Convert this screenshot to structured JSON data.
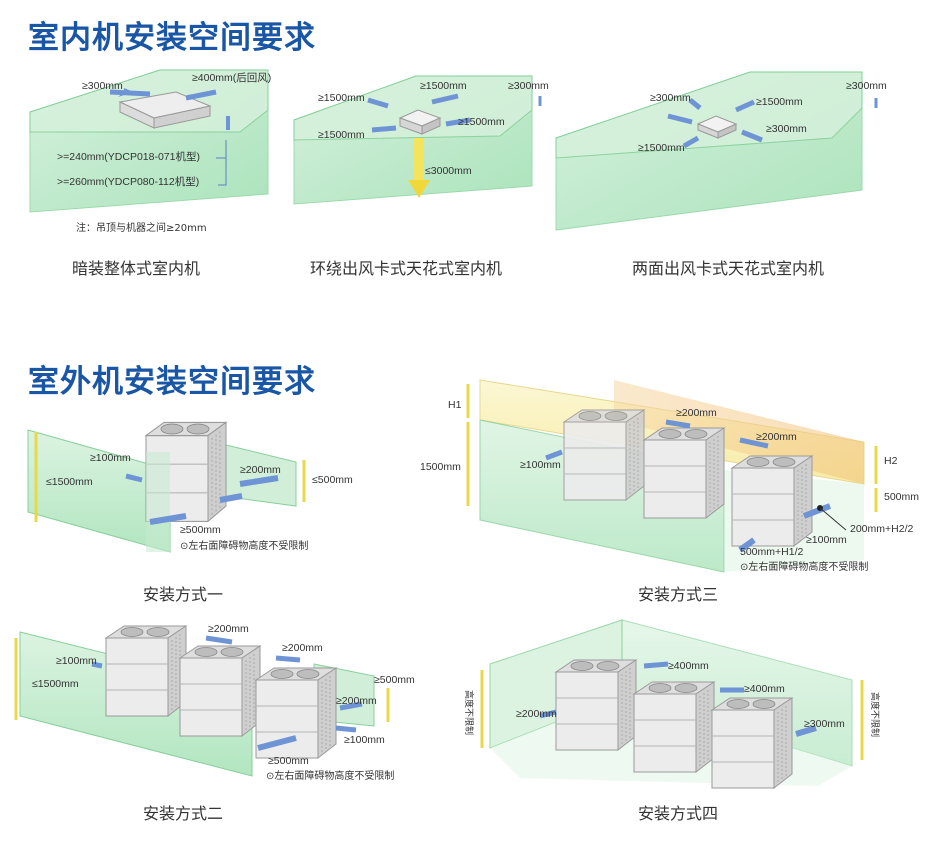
{
  "indoor": {
    "title": "室内机安装空间要求",
    "captions": [
      "暗装整体式室内机",
      "环绕出风卡式天花式室内机",
      "两面出风卡式天花式室内机"
    ],
    "diagram1": {
      "labels": [
        "≥300mm",
        "≥400mm(后回风)",
        ">=240mm(YDCP018-071机型)",
        ">=260mm(YDCP080-112机型)"
      ],
      "note": "注：吊顶与机器之间≥20mm"
    },
    "diagram2": {
      "labels": [
        "≥1500mm",
        "≥1500mm",
        "≥300mm",
        "≥1500mm",
        "≥1500mm",
        "≤3000mm"
      ]
    },
    "diagram3": {
      "labels": [
        "≥300mm",
        "≥1500mm",
        "≥300mm",
        "≥300mm",
        "≥1500mm"
      ]
    }
  },
  "outdoor": {
    "title": "室外机安装空间要求",
    "captions": [
      "安装方式一",
      "安装方式三",
      "安装方式二",
      "安装方式四"
    ],
    "method1": {
      "labels": [
        "≥100mm",
        "≥200mm",
        "≤500mm",
        "≤1500mm",
        "≥500mm"
      ],
      "note": "⊙左右面障碍物高度不受限制"
    },
    "method3": {
      "labels": [
        "H1",
        "1500mm",
        "≥100mm",
        "≥200mm",
        "≥200mm",
        "H2",
        "500mm",
        "200mm+H2/2",
        "≥100mm",
        "500mm+H1/2"
      ],
      "note": "⊙左右面障碍物高度不受限制"
    },
    "method2": {
      "labels": [
        "≥200mm",
        "≥200mm",
        "≥100mm",
        "≤1500mm",
        "≥500mm",
        "≥200mm",
        "≥100mm",
        "≥500mm"
      ],
      "note": "⊙左右面障碍物高度不受限制"
    },
    "method4": {
      "labels": [
        "≥400mm",
        "≥400mm",
        "≥200mm",
        "≥300mm"
      ],
      "vertical_left": "高度不限制",
      "vertical_right": "高度不限制"
    }
  }
}
